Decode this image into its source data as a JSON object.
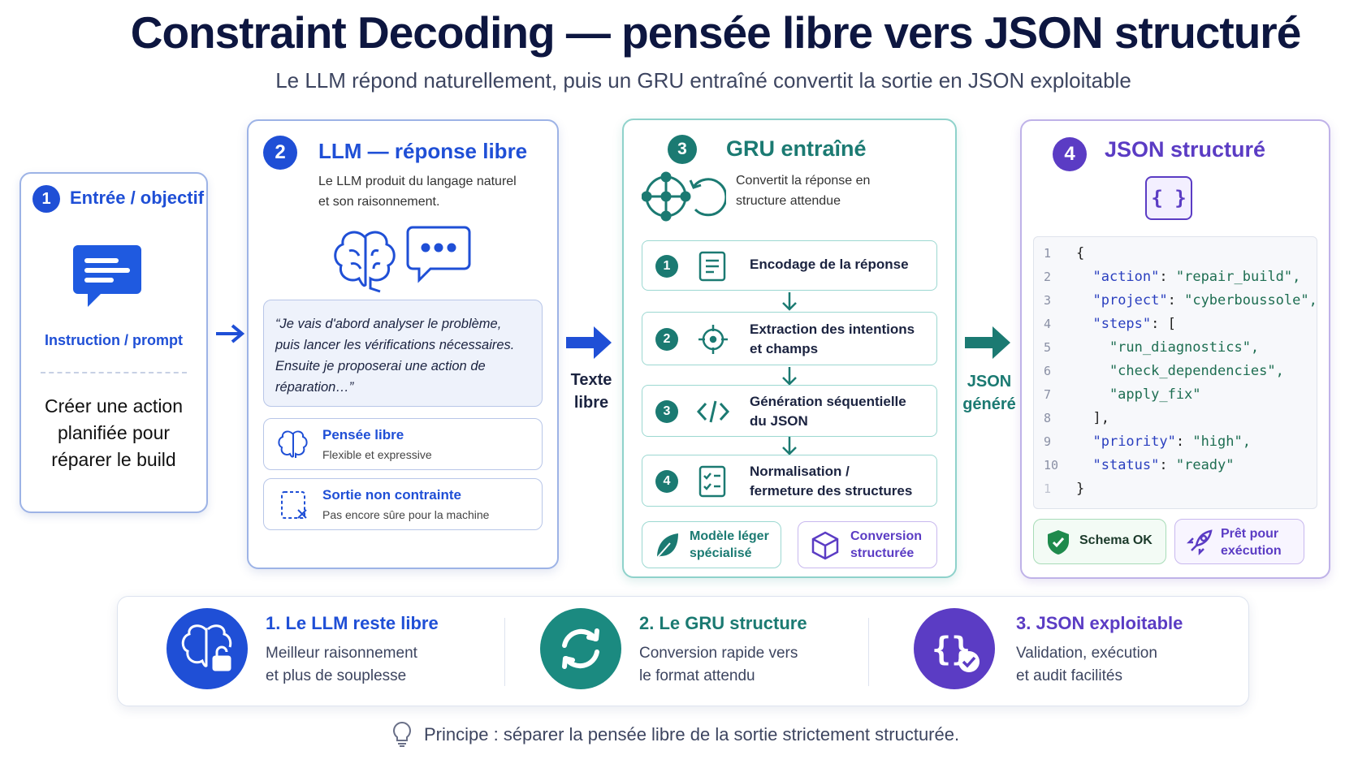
{
  "header": {
    "title": "Constraint Decoding — pensée libre vers JSON structuré",
    "subtitle": "Le LLM répond naturellement, puis un GRU entraîné convertit la sortie en JSON exploitable"
  },
  "step1": {
    "number": "1",
    "title": "Entrée / objectif",
    "icon_label": "Instruction / prompt",
    "body": [
      "Créer une action",
      "planifiée pour",
      "réparer le build"
    ]
  },
  "step2": {
    "number": "2",
    "title": "LLM — réponse libre",
    "description": [
      "Le LLM produit du langage naturel",
      "et son raisonnement."
    ],
    "quote": [
      "“Je vais d'abord analyser le problème,",
      "puis lancer les vérifications nécessaires.",
      "Ensuite je proposerai une action de",
      "réparation…”"
    ],
    "features": [
      {
        "title": "Pensée libre",
        "text": "Flexible et expressive"
      },
      {
        "title": "Sortie non contrainte",
        "text": "Pas encore sûre pour la machine"
      }
    ]
  },
  "arrow_labels": {
    "a2": [
      "Texte",
      "libre"
    ],
    "a3": [
      "JSON",
      "généré"
    ]
  },
  "step3": {
    "number": "3",
    "title": "GRU entraîné",
    "description": [
      "Convertit la réponse en",
      "structure attendue"
    ],
    "substeps": [
      {
        "n": "1",
        "lines": [
          "Encodage de la réponse"
        ]
      },
      {
        "n": "2",
        "lines": [
          "Extraction des intentions",
          "et champs"
        ]
      },
      {
        "n": "3",
        "lines": [
          "Génération séquentielle",
          "du JSON"
        ]
      },
      {
        "n": "4",
        "lines": [
          "Normalisation /",
          "fermeture des structures"
        ]
      }
    ],
    "tags": [
      {
        "lines": [
          "Modèle léger",
          "spécialisé"
        ]
      },
      {
        "lines": [
          "Conversion",
          "structurée"
        ]
      }
    ]
  },
  "step4": {
    "number": "4",
    "title": "JSON structuré",
    "icon_glyph": "{ }",
    "code": [
      {
        "n": "1",
        "text": "{"
      },
      {
        "n": "2",
        "key": "\"action\"",
        "val": "\"repair_build\","
      },
      {
        "n": "3",
        "key": "\"project\"",
        "val": "\"cyberboussole\","
      },
      {
        "n": "4",
        "key": "\"steps\"",
        "val": "["
      },
      {
        "n": "5",
        "text": "    \"run_diagnostics\","
      },
      {
        "n": "6",
        "text": "    \"check_dependencies\","
      },
      {
        "n": "7",
        "text": "    \"apply_fix\""
      },
      {
        "n": "8",
        "text": "  ],"
      },
      {
        "n": "9",
        "key": "\"priority\"",
        "val": "\"high\","
      },
      {
        "n": "10",
        "key": "\"status\"",
        "val": "\"ready\""
      },
      {
        "n": "1",
        "text": "}"
      }
    ],
    "badges": [
      {
        "label": "Schema OK"
      },
      {
        "lines": [
          "Prêt pour",
          "exécution"
        ]
      }
    ]
  },
  "summary": [
    {
      "title": "1. Le LLM reste libre",
      "lines": [
        "Meilleur raisonnement",
        "et plus de souplesse"
      ]
    },
    {
      "title": "2. Le GRU structure",
      "lines": [
        "Conversion rapide vers",
        "le format attendu"
      ]
    },
    {
      "title": "3. JSON exploitable",
      "lines": [
        "Validation, exécution",
        "et audit facilités"
      ]
    }
  ],
  "footer": "Principe : séparer la pensée libre de la sortie strictement structurée.",
  "colors": {
    "blue": "#1f4fd6",
    "teal": "#1b8a80",
    "purple": "#5b3cc4",
    "green": "#1e8a4c"
  }
}
